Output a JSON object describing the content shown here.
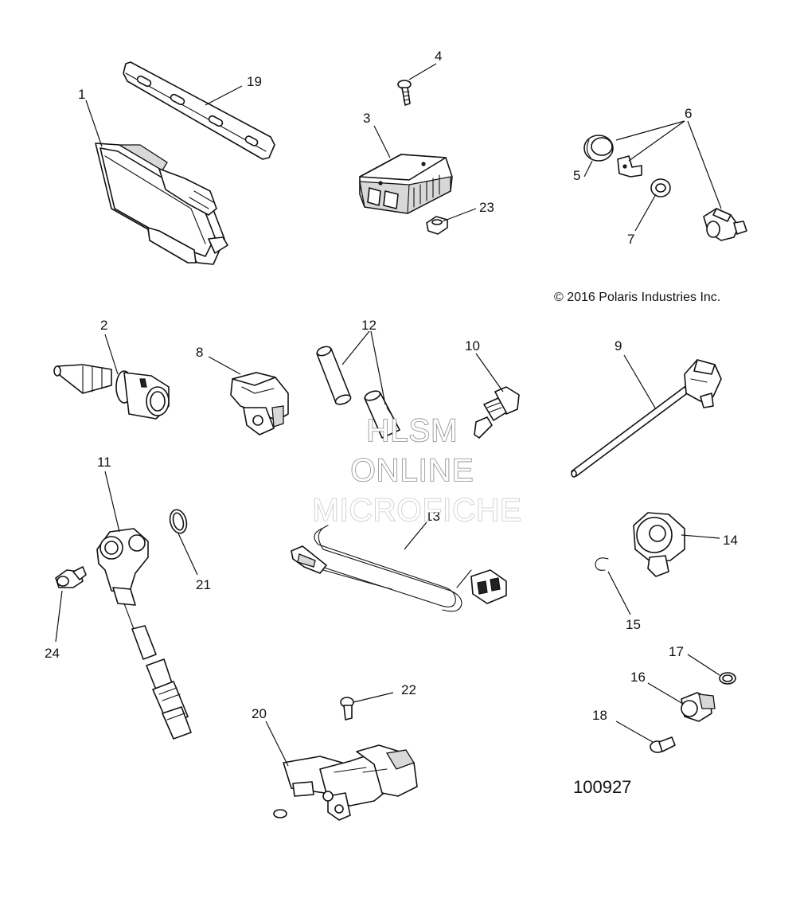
{
  "callouts": {
    "c1": "1",
    "c2": "2",
    "c3": "3",
    "c4": "4",
    "c5": "5",
    "c6": "6",
    "c7": "7",
    "c8": "8",
    "c9": "9",
    "c10": "10",
    "c11": "11",
    "c12": "12",
    "c13": "13",
    "c14": "14",
    "c15": "15",
    "c16": "16",
    "c17": "17",
    "c18": "18",
    "c19": "19",
    "c20": "20",
    "c21": "21",
    "c22": "22",
    "c23": "23",
    "c24": "24"
  },
  "copyright": "© 2016 Polaris Industries Inc.",
  "figure_number": "100927",
  "watermark": {
    "line1": "HLSM",
    "line2": "ONLINE",
    "line3": "MICROFICHE"
  },
  "colors": {
    "ink": "#111111",
    "watermark_outline": "#8a8a8a",
    "background": "#ffffff"
  }
}
